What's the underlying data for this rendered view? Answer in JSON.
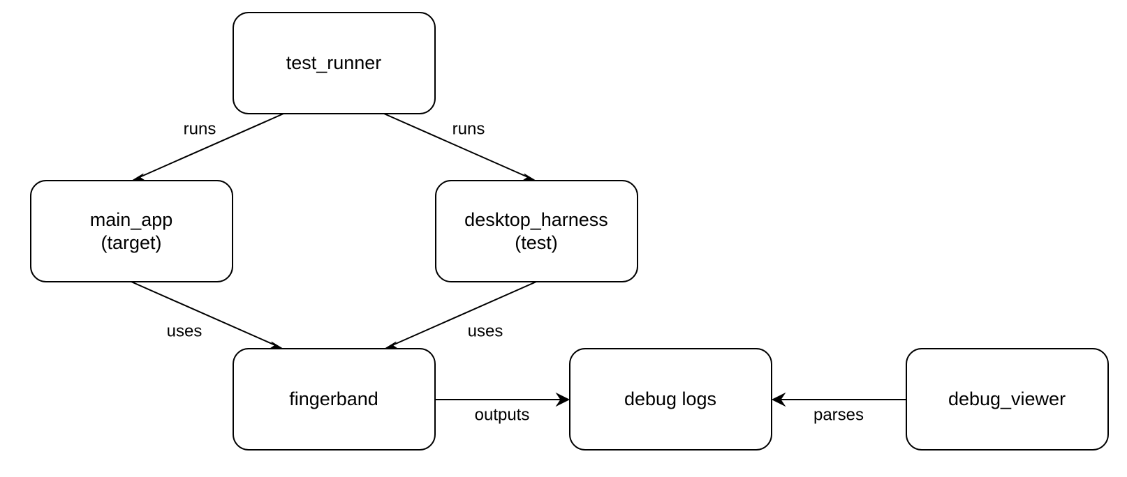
{
  "diagram": {
    "nodes": [
      {
        "id": "test_runner",
        "lines": [
          "test_runner"
        ]
      },
      {
        "id": "main_app",
        "lines": [
          "main_app",
          "(target)"
        ]
      },
      {
        "id": "desktop_harness",
        "lines": [
          "desktop_harness",
          "(test)"
        ]
      },
      {
        "id": "fingerband",
        "lines": [
          "fingerband"
        ]
      },
      {
        "id": "debug_logs",
        "lines": [
          "debug logs"
        ]
      },
      {
        "id": "debug_viewer",
        "lines": [
          "debug_viewer"
        ]
      }
    ],
    "edges": [
      {
        "from": "test_runner",
        "to": "main_app",
        "label": "runs"
      },
      {
        "from": "test_runner",
        "to": "desktop_harness",
        "label": "runs"
      },
      {
        "from": "main_app",
        "to": "fingerband",
        "label": "uses"
      },
      {
        "from": "desktop_harness",
        "to": "fingerband",
        "label": "uses"
      },
      {
        "from": "fingerband",
        "to": "debug_logs",
        "label": "outputs"
      },
      {
        "from": "debug_viewer",
        "to": "debug_logs",
        "label": "parses"
      }
    ]
  }
}
